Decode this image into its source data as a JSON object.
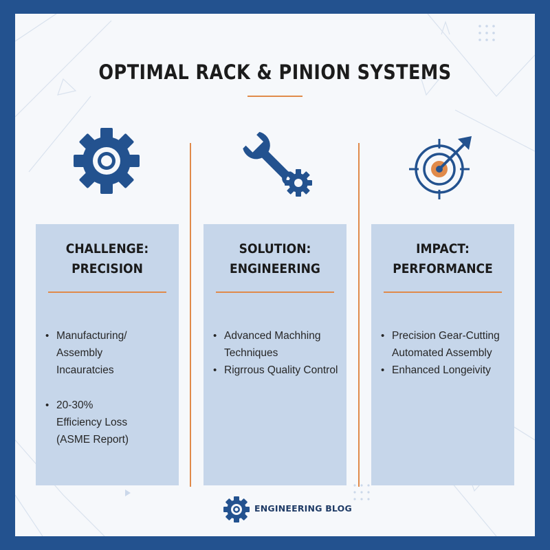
{
  "title": "OPTIMAL RACK & PINION SYSTEMS",
  "colors": {
    "frame": "#23528f",
    "accent": "#e08a4a",
    "card": "#c6d6ea",
    "icon": "#23528f"
  },
  "columns": [
    {
      "icon": "gear-icon",
      "heading": "CHALLENGE:\nPRECISION",
      "bullets": [
        "Manufacturing/\nAssembly\nIncauratcies",
        "20-30%\nEfficiency Loss\n(ASME Report)"
      ]
    },
    {
      "icon": "wrench-gear-icon",
      "heading": "SOLUTION:\nENGINEERING",
      "bullets": [
        "Advanced Machhing\nTechniques",
        "Rigrrous Quality Control"
      ]
    },
    {
      "icon": "target-arrow-icon",
      "heading": "IMPACT:\nPERFORMANCE",
      "bullets": [
        "Precision Gear-Cutting\nAutomated Assembly",
        "Enhanced Longeivity"
      ]
    }
  ],
  "footer": {
    "icon": "gear-logo-icon",
    "label": "ENGINEERING BLOG"
  }
}
